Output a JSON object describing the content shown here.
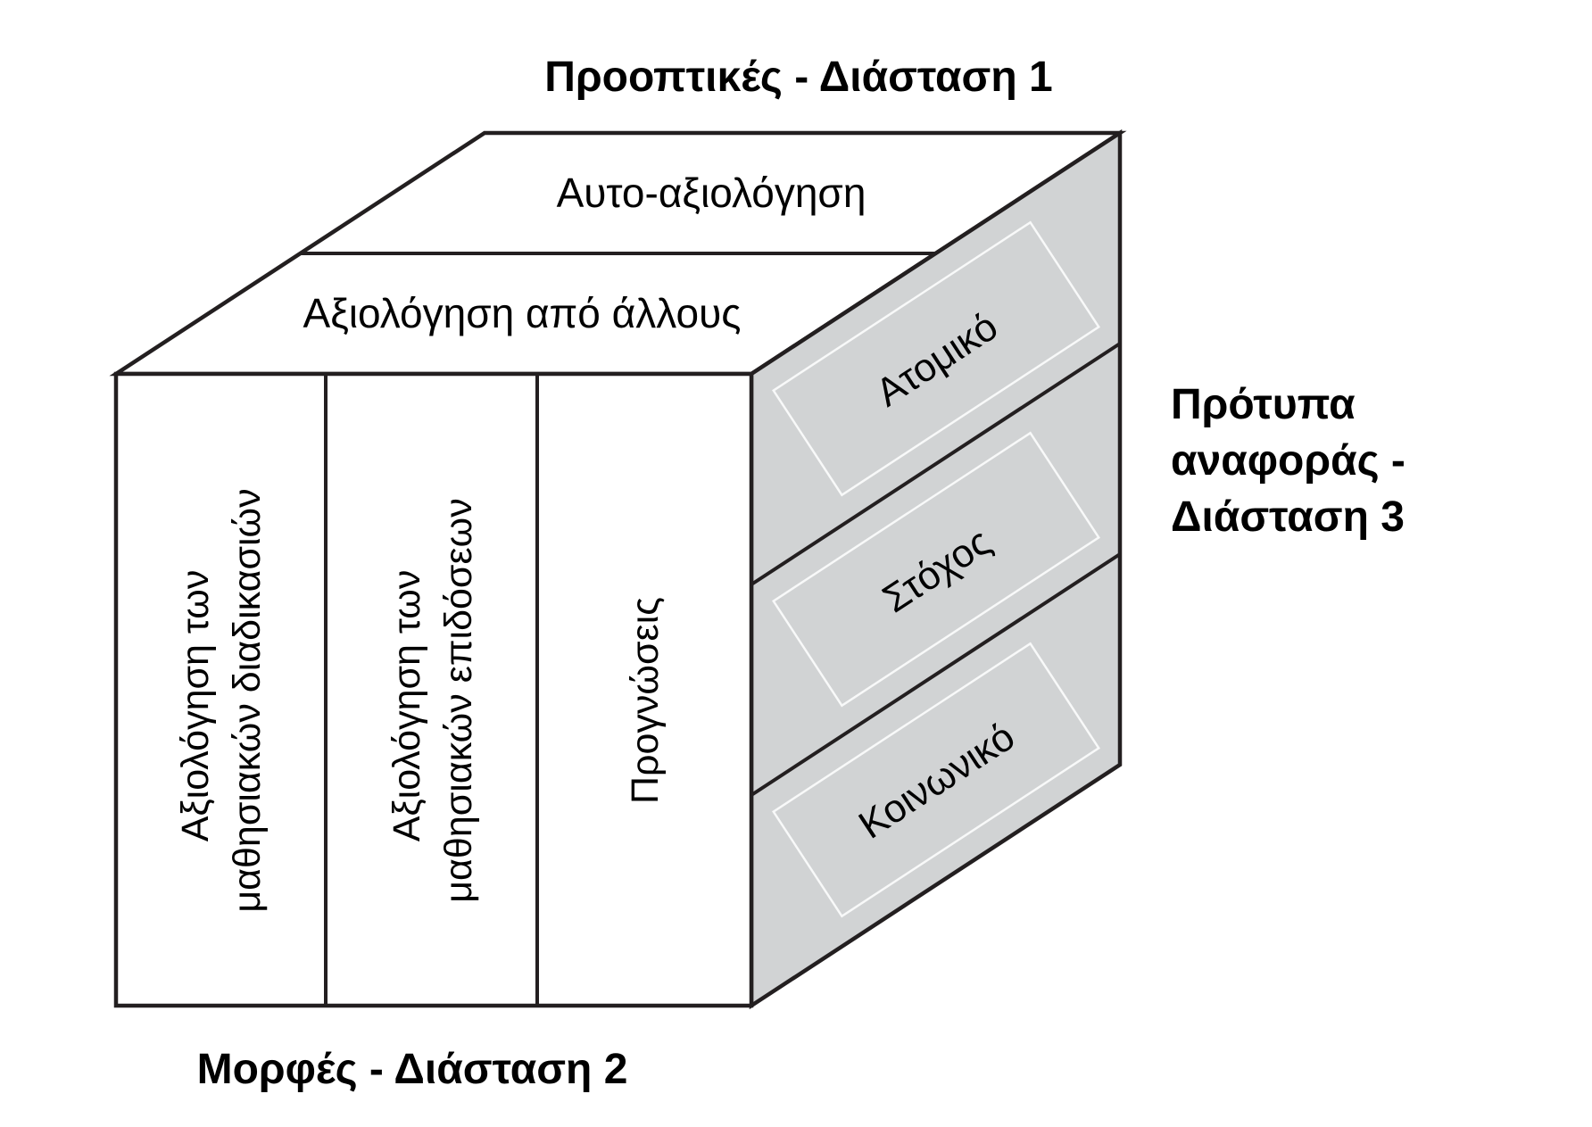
{
  "titles": {
    "dimension1": "Προοπτικές - Διάσταση 1",
    "dimension2": "Μορφές - Διάσταση 2",
    "dimension3": {
      "line1": "Πρότυπα",
      "line2": "αναφοράς -",
      "line3": "Διάσταση 3"
    }
  },
  "top_face": {
    "band1": "Αυτο-αξιολόγηση",
    "band2": "Αξιολόγηση από άλλους"
  },
  "front_face": {
    "column1": {
      "line1": "Αξιολόγηση των",
      "line2": "μαθησιακών διαδικασιών"
    },
    "column2": {
      "line1": "Αξιολόγηση των",
      "line2": "μαθησιακών επιδόσεων"
    },
    "column3": {
      "line1": "Προγνώσεις"
    }
  },
  "right_face": {
    "strip1": "Ατομικό",
    "strip2": "Στόχος",
    "strip3": "Κοινωνικό"
  },
  "colors": {
    "outline": "#231f20",
    "side_fill": "#d1d3d4",
    "face_fill": "#ffffff",
    "text": "#000000",
    "background": "#ffffff"
  }
}
